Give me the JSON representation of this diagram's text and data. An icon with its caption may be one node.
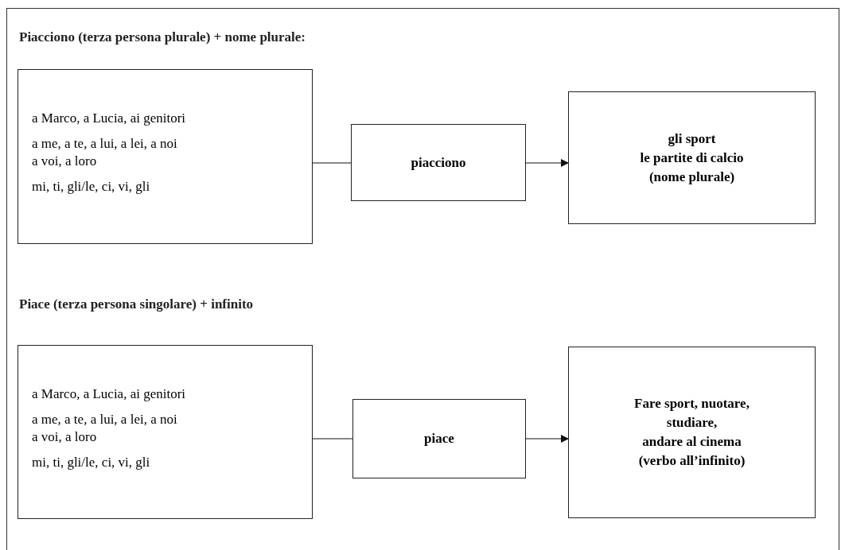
{
  "diagram": {
    "nodes": [
      {
        "text": [
          "a Marco, a Lucia, ai genitori",
          "a me, a te, a lui, a lei, a noi",
          "a voi, a loro",
          "mi, ti, gli/le, ci, vi, gli"
        ]
      },
      {
        "text": [
          "piacciono"
        ]
      },
      {
        "text": [
          "gli sport",
          "le partite di calcio",
          "(nome plurale)"
        ]
      },
      {
        "text": [
          "a Marco, a Lucia, ai genitori",
          "a me, a te, a lui, a lei, a noi",
          "a voi, a loro",
          "mi, ti, gli/le, ci, vi, gli"
        ]
      },
      {
        "text": [
          "piace"
        ]
      },
      {
        "text": [
          "Fare sport, nuotare,",
          "studiare,",
          "andare al cinema",
          "(verbo all’infinito)"
        ]
      }
    ],
    "edges": [
      {
        "from": 0,
        "to": 1,
        "arrow": "none"
      },
      {
        "from": 1,
        "to": 2,
        "arrow": "to"
      },
      {
        "from": 3,
        "to": 4,
        "arrow": "none"
      },
      {
        "from": 4,
        "to": 5,
        "arrow": "to"
      }
    ],
    "labels": [
      "Piacciono (terza persona plurale) + nome plurale:",
      "Piace (terza persona singolare) + infinito"
    ]
  }
}
